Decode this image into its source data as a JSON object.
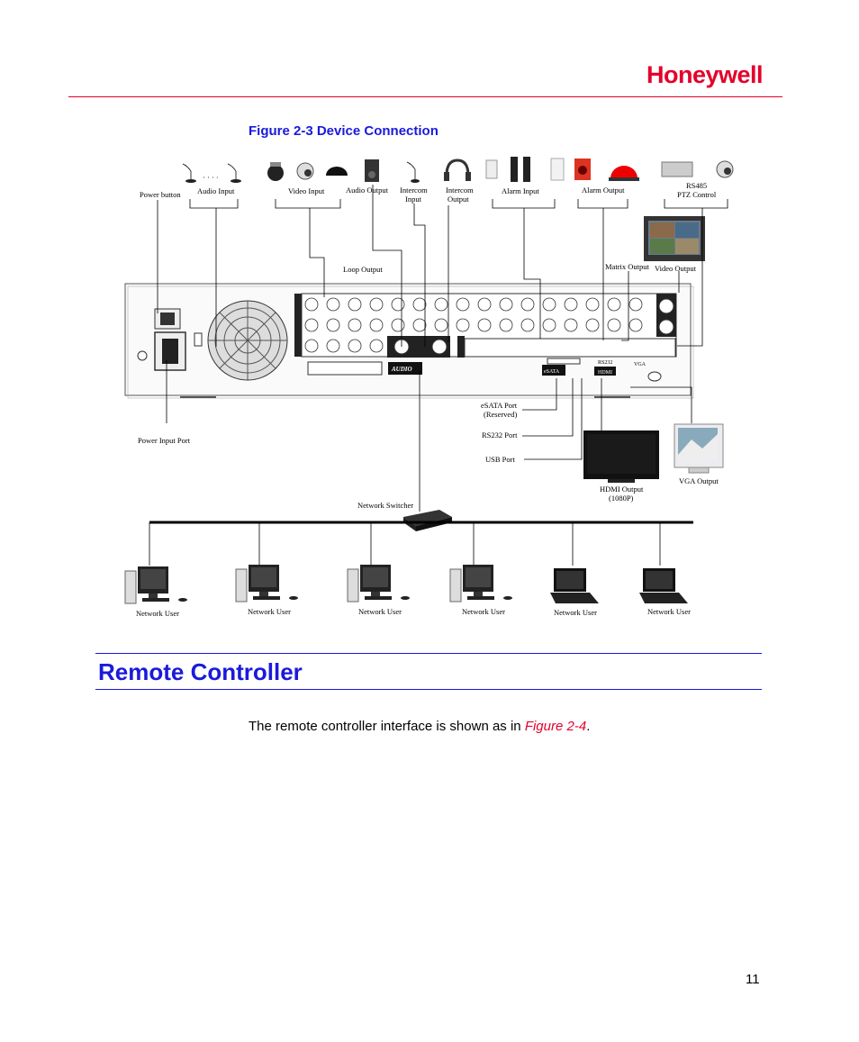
{
  "header": {
    "brand": "Honeywell"
  },
  "figure": {
    "caption": "Figure 2-3 Device Connection",
    "labels": {
      "power_button": "Power button",
      "audio_input": "Audio Input",
      "video_input": "Video Input",
      "audio_output": "Audio Output",
      "intercom_input_1": "Intercom",
      "intercom_input_2": "Input",
      "intercom_output_1": "Intercom",
      "intercom_output_2": "Output",
      "alarm_input": "Alarm Input",
      "alarm_output": "Alarm Output",
      "rs485_1": "RS485",
      "rs485_2": "PTZ Control",
      "loop_output": "Loop Output",
      "matrix_output": "Matrix Output",
      "video_output": "Video Output",
      "esata_1": "eSATA Port",
      "esata_2": "(Reserved)",
      "rs232": "RS232 Port",
      "usb": "USB Port",
      "power_input": "Power Input Port",
      "hdmi_1": "HDMI Output",
      "hdmi_2": "(1080P)",
      "vga": "VGA Output",
      "network_switcher": "Network Switcher",
      "network_user": "Network User",
      "panel_audio": "AUDIO",
      "panel_esata": "eSATA",
      "panel_hdmi": "HDMI",
      "panel_vga": "VGA",
      "panel_rs232": "RS232"
    }
  },
  "section": {
    "title": "Remote Controller",
    "body_prefix": "The remote controller interface is shown as in ",
    "body_link": "Figure 2-4",
    "body_suffix": "."
  },
  "footer": {
    "page_number": "11"
  },
  "colors": {
    "brand_red": "#e4002b",
    "heading_blue": "#1a1adc"
  }
}
